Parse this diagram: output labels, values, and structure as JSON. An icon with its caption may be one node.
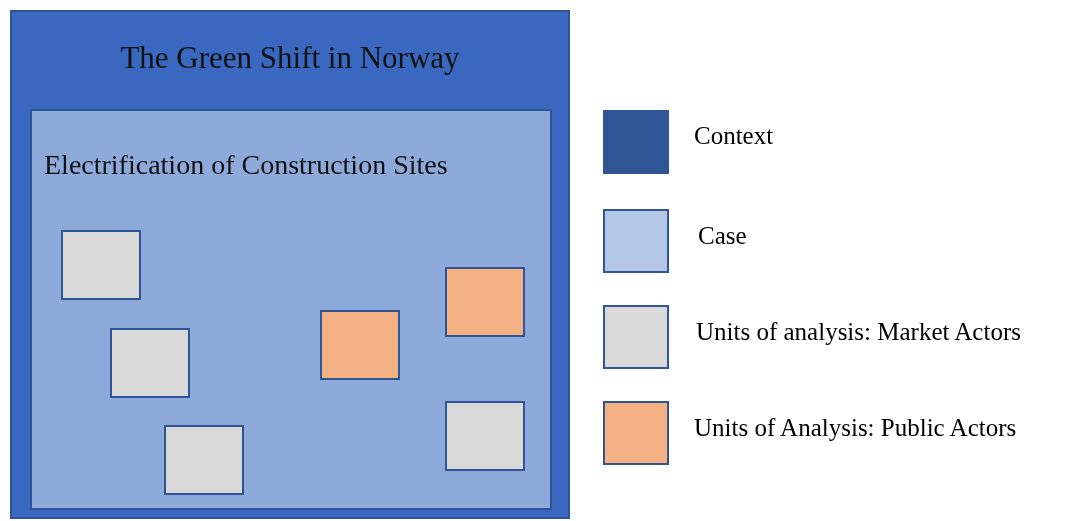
{
  "diagram": {
    "nodes": [
      {
        "text": [
          "The Green Shift in Norway"
        ]
      },
      {
        "text": [
          "Electrification of Construction Sites"
        ],
        "in": 0
      },
      {
        "text": [],
        "shape": "box",
        "in": 1
      },
      {
        "text": [],
        "shape": "box",
        "in": 1
      },
      {
        "text": [],
        "shape": "box",
        "in": 1
      },
      {
        "text": [],
        "shape": "box",
        "in": 1
      },
      {
        "text": [],
        "shape": "box",
        "in": 1
      },
      {
        "text": [],
        "shape": "box",
        "in": 1
      }
    ],
    "legend": [
      {
        "text": "Context",
        "color": "#2f5597"
      },
      {
        "text": "Case",
        "color": "#b4c7e7"
      },
      {
        "text": "Units of analysis: Market Actors",
        "color": "#d9d9d9"
      },
      {
        "text": "Units of Analysis: Public Actors",
        "color": "#f4b183"
      }
    ]
  }
}
